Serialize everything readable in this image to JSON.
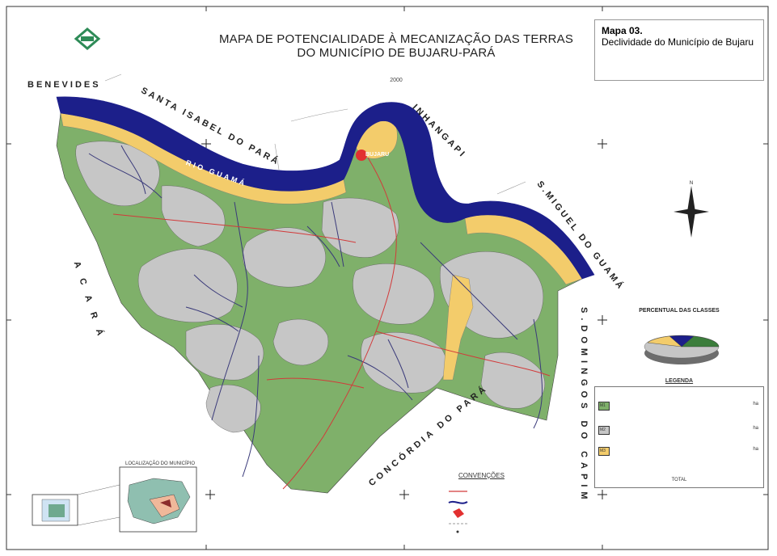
{
  "map_box": {
    "title": "Mapa 03.",
    "subtitle": "Declividade do Município de Bujaru"
  },
  "main_title": {
    "line1": "MAPA DE POTENCIALIDADE À MECANIZAÇÃO DAS TERRAS",
    "line2": "DO MUNICÍPIO DE BUJARU-PARÁ",
    "year": "2000"
  },
  "neighbors": {
    "benevides": "BENEVIDES",
    "santa_isabel": "SANTA ISABEL DO PARÁ",
    "inhangapi": "INHANGAPI",
    "sao_miguel": "S.MIGUEL DO GUAMÁ",
    "acara": "ACARÁ",
    "sao_domingos": "S.DOMINGOS DO CAPIM",
    "concordia": "CONCÓRDIA DO PARÁ"
  },
  "river_label": "RIO GUAMÁ",
  "city_label": "BUJARU",
  "pie": {
    "title": "PERCENTUAL DAS CLASSES"
  },
  "legend": {
    "heading": "LEGENDA",
    "classes": [
      {
        "code": "M1",
        "color": "#7fb06a",
        "area": "ha"
      },
      {
        "code": "M2",
        "color": "#c6c6c6",
        "area": "ha"
      },
      {
        "code": "M3",
        "color": "#f3cc6b",
        "area": "ha"
      }
    ],
    "total_label": "TOTAL"
  },
  "conventions": {
    "title": "CONVENÇÕES"
  },
  "location": {
    "title": "LOCALIZAÇÃO DO MUNICÍPIO"
  },
  "colors": {
    "river": "#1c1f8a",
    "class_m1": "#7fb06a",
    "class_m2": "#c6c6c6",
    "class_m3": "#f3cc6b",
    "drainage": "#3a3a7a",
    "road": "#d23a3a"
  }
}
